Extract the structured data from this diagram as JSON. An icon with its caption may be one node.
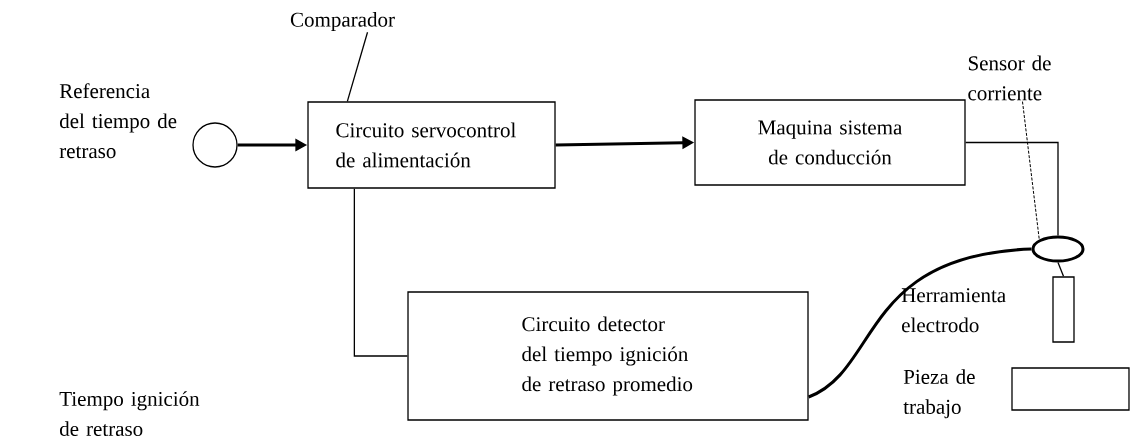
{
  "diagram": {
    "nodes": [
      {
        "text": [
          "Comparador"
        ]
      },
      {
        "text": [],
        "shape": "circle",
        "beside": [
          "Referencia del tiempo de retraso"
        ]
      },
      {
        "text": [
          "Circuito servocontrol de alimentación"
        ]
      },
      {
        "text": [
          "Maquina sistema de conducción"
        ]
      },
      {
        "text": [
          "Sensor de corriente"
        ]
      },
      {
        "text": [],
        "shape": "circle"
      },
      {
        "text": [],
        "shape": "box",
        "beside": [
          "Herramienta electrodo"
        ]
      },
      {
        "text": [
          "Circuito detector del tiempo ignición de retraso promedio"
        ]
      },
      {
        "text": [],
        "shape": "box",
        "beside": [
          "Pieza de trabajo"
        ]
      }
    ],
    "edges": [
      {
        "from": 0,
        "to": 2,
        "arrow": "none"
      },
      {
        "from": 1,
        "to": 2,
        "arrow": "to",
        "style": "thick"
      },
      {
        "from": 2,
        "to": 3,
        "arrow": "to",
        "style": "thick"
      },
      {
        "from": 3,
        "to": 5,
        "arrow": "none"
      },
      {
        "from": 5,
        "to": 6,
        "arrow": "none"
      },
      {
        "from": 4,
        "to": 5,
        "arrow": "none",
        "style": "dashed"
      },
      {
        "from": 5,
        "to": 7,
        "arrow": "none",
        "style": "thick"
      },
      {
        "from": 2,
        "to": 7,
        "arrow": "none"
      }
    ],
    "labels": [
      "Tiempo ignición de retraso"
    ]
  }
}
